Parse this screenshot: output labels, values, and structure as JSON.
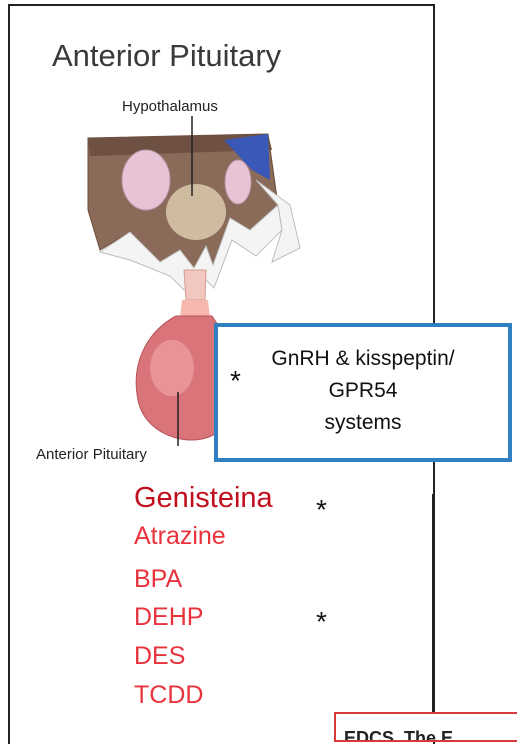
{
  "diagram": {
    "title": "Anterior Pituitary",
    "hypothalamus_label": "Hypothalamus",
    "anterior_pituitary_label": "Anterior Pituitary"
  },
  "callout": {
    "line1": "GnRH & kisspeptin/",
    "line2": "GPR54",
    "line3": "systems",
    "star": "*"
  },
  "chemicals": [
    {
      "name": "Genisteina",
      "star": "*"
    },
    {
      "name": "Atrazine"
    },
    {
      "name": "BPA"
    },
    {
      "name": "DEHP",
      "star": "*"
    },
    {
      "name": "DES"
    },
    {
      "name": "TCDD"
    }
  ],
  "footer": {
    "text": "EDCS. The E"
  },
  "colors": {
    "callout_border": "#2f7fc1",
    "genisteina": "#c0101e",
    "chemical_list": "#e8323c",
    "footer_border": "#d9383a"
  }
}
